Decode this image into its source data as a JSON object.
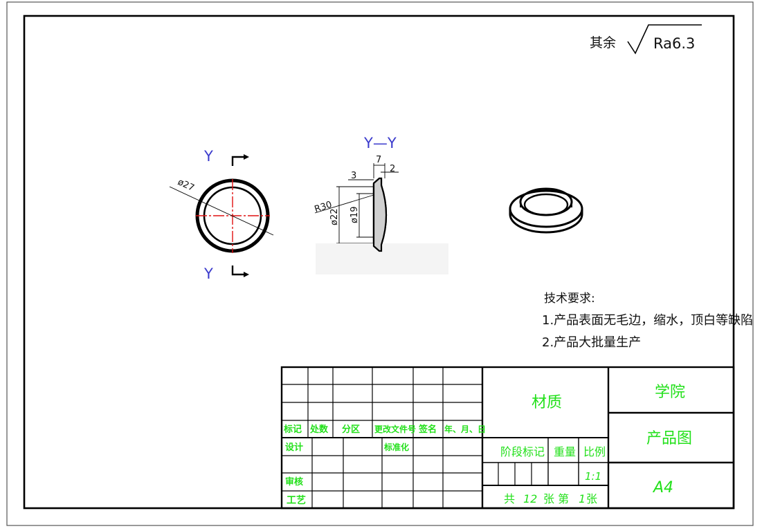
{
  "roughness": {
    "prefix": "其余",
    "value": "Ra6.3"
  },
  "section": {
    "top_label": "Y",
    "bottom_label": "Y",
    "view_label": "Y—Y"
  },
  "dimensions": {
    "outer_diameter": "ø27",
    "width": "7",
    "flange": "2",
    "step": "3",
    "radius": "R30",
    "dia_22": "ø22",
    "dia_19": "ø19"
  },
  "tech_requirements": {
    "title": "技术要求:",
    "item1": "1.产品表面无毛边，缩水，顶白等缺陷",
    "item2": "2.产品大批量生产"
  },
  "title_block": {
    "headers": {
      "mark": "标记",
      "count": "处数",
      "zone": "分区",
      "change_doc": "更改文件号",
      "signature": "签名",
      "date": "年、月、日"
    },
    "design": "设计",
    "standardization": "标准化",
    "review": "审核",
    "process": "工艺",
    "material": "材质",
    "stage_mark": "阶段标记",
    "weight": "重量",
    "scale_label": "比例",
    "scale_value": "1:1",
    "sheets_prefix": "共",
    "sheets_total": "12",
    "sheets_mid": "张   第",
    "sheet_no": "1",
    "sheets_suffix": "张",
    "school": "学院",
    "drawing_name": "产品图",
    "paper_size": "A4"
  }
}
